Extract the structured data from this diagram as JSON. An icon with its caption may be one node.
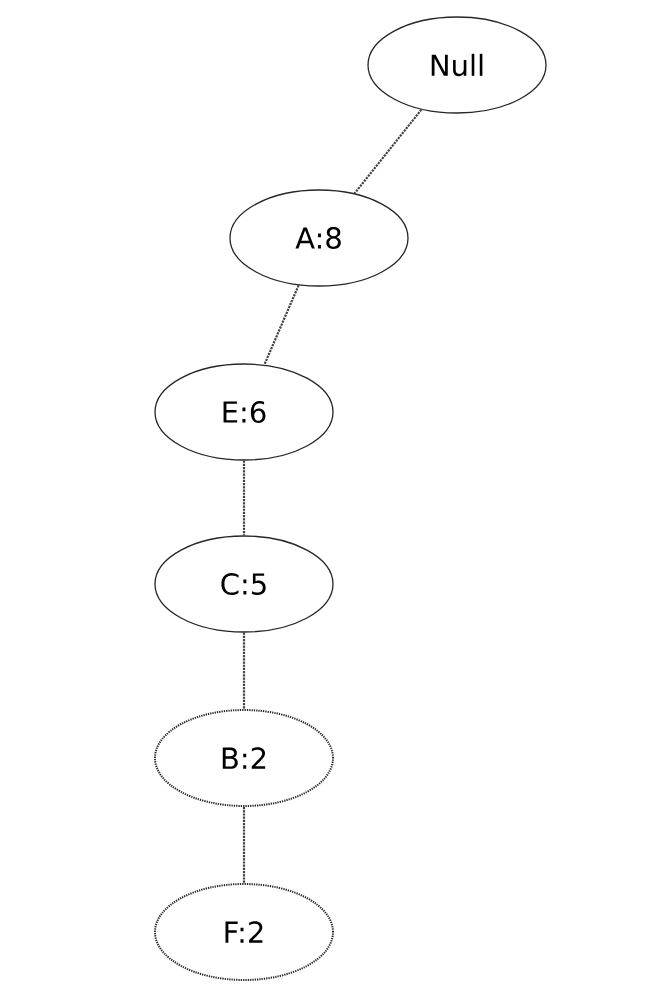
{
  "diagram": {
    "nodes": [
      {
        "text": [
          "Null"
        ]
      },
      {
        "text": [
          "A:8"
        ]
      },
      {
        "text": [
          "E:6"
        ]
      },
      {
        "text": [
          "C:5"
        ]
      },
      {
        "text": [
          "B:2"
        ]
      },
      {
        "text": [
          "F:2"
        ]
      }
    ],
    "edges": [
      {
        "from": 0,
        "to": 1,
        "arrow": "none",
        "style": "dashed"
      },
      {
        "from": 1,
        "to": 2,
        "arrow": "none",
        "style": "dashed"
      },
      {
        "from": 2,
        "to": 3,
        "arrow": "none",
        "style": "dashed"
      },
      {
        "from": 3,
        "to": 4,
        "arrow": "none",
        "style": "dashed"
      },
      {
        "from": 4,
        "to": 5,
        "arrow": "none",
        "style": "dashed"
      }
    ]
  }
}
